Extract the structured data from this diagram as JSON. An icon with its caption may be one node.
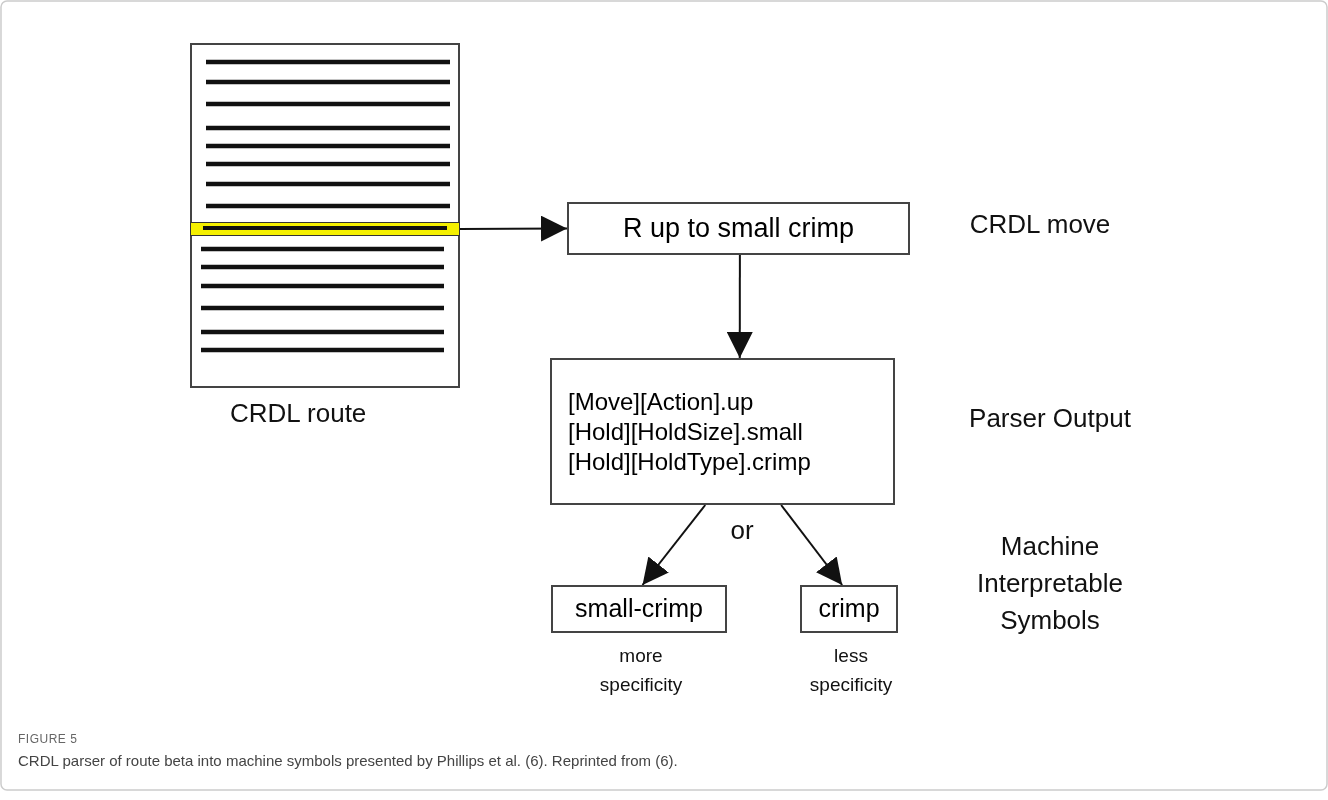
{
  "diagram": {
    "title": "FIGURE 5",
    "caption": "CRDL parser of route beta into machine symbols presented by Phillips et al. (6). Reprinted from (6).",
    "nodes": [
      {
        "text": [
          "CRDL route"
        ]
      },
      {
        "text": [],
        "shape": "bar",
        "in": 0
      },
      {
        "text": [
          "R up to small crimp"
        ]
      },
      {
        "text": [
          "[Move][Action].up",
          "[Hold][HoldSize].small",
          "[Hold][HoldType].crimp"
        ]
      },
      {
        "text": [
          "small-crimp"
        ],
        "beside": [
          "more specificity"
        ]
      },
      {
        "text": [
          "crimp"
        ],
        "beside": [
          "less specificity"
        ]
      }
    ],
    "edges": [
      {
        "from": 1,
        "to": 2,
        "arrow": "to"
      },
      {
        "from": 2,
        "to": 3,
        "arrow": "to"
      },
      {
        "from": 3,
        "to": 4,
        "arrow": "to"
      },
      {
        "from": 3,
        "to": 5,
        "arrow": "to"
      }
    ],
    "labels": [
      "CRDL move",
      "Parser Output",
      "or",
      "Machine Interpretable Symbols"
    ]
  }
}
